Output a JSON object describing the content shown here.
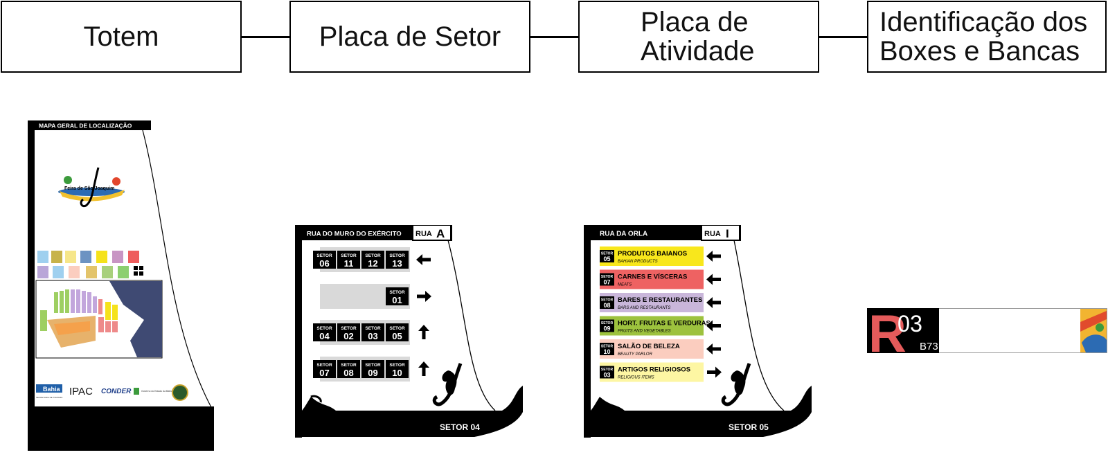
{
  "header": {
    "boxes": [
      {
        "label": "Totem"
      },
      {
        "label": "Placa de Setor"
      },
      {
        "label": "Placa de\nAtividade"
      },
      {
        "label": "Identificação dos\nBoxes e Bancas"
      }
    ]
  },
  "totem": {
    "title": "MAPA GERAL DE LOCALIZAÇÃO",
    "logo_text": "Feira de São Joaquim",
    "sponsors": [
      "Bahia",
      "IPAC",
      "CONDER"
    ],
    "sponsor_captions": [
      "SECRETARIA DE TURISMO",
      "Governo do Estado da Bahia"
    ]
  },
  "placa_setor": {
    "street": "RUA DO MURO DO EXÉRCITO",
    "rua_label": "RUA",
    "rua_letter": "A",
    "setor_word": "SETOR",
    "rows": [
      {
        "sectors": [
          "06",
          "11",
          "12",
          "13"
        ],
        "arrow": "left"
      },
      {
        "sectors": [
          "01"
        ],
        "arrow": "right"
      },
      {
        "sectors": [
          "04",
          "02",
          "03",
          "05"
        ],
        "arrow": "up"
      },
      {
        "sectors": [
          "07",
          "08",
          "09",
          "10"
        ],
        "arrow": "up"
      }
    ],
    "footer": "SETOR 04"
  },
  "placa_atividade": {
    "street": "RUA DA ORLA",
    "rua_label": "RUA",
    "rua_letter": "I",
    "setor_word": "SETOR",
    "items": [
      {
        "num": "05",
        "title": "PRODUTOS BAIANOS",
        "sub": "BAHIAN PRODUCTS",
        "color": "#f8e71c",
        "arrow": "left"
      },
      {
        "num": "07",
        "title": "CARNES E VÍSCERAS",
        "sub": "MEATS",
        "color": "#ee6262",
        "arrow": "left"
      },
      {
        "num": "08",
        "title": "BARES E RESTAURANTES",
        "sub": "BARS AND RESTAURANTS",
        "color": "#c9b6da",
        "arrow": "left"
      },
      {
        "num": "09",
        "title": "HORT. FRUTAS E VERDURAS",
        "sub": "FRUITS AND VEGETABLES",
        "color": "#9dc23e",
        "arrow": "left"
      },
      {
        "num": "10",
        "title": "SALÃO DE BELEZA",
        "sub": "BEAUTY PARLOR",
        "color": "#fbcdbf",
        "arrow": "left"
      },
      {
        "num": "03",
        "title": "ARTIGOS RELIGIOSOS",
        "sub": "RELIGIOUS ITEMS",
        "color": "#fdf6a3",
        "arrow": "right"
      }
    ],
    "footer": "SETOR 05"
  },
  "box_id": {
    "letter": "R",
    "number": "03",
    "code": "B73",
    "accent_color": "#e55b5b"
  },
  "colors": {
    "ink": "#000000",
    "grey_row": "#d9d9d9",
    "map_water": "#3f4a73"
  }
}
